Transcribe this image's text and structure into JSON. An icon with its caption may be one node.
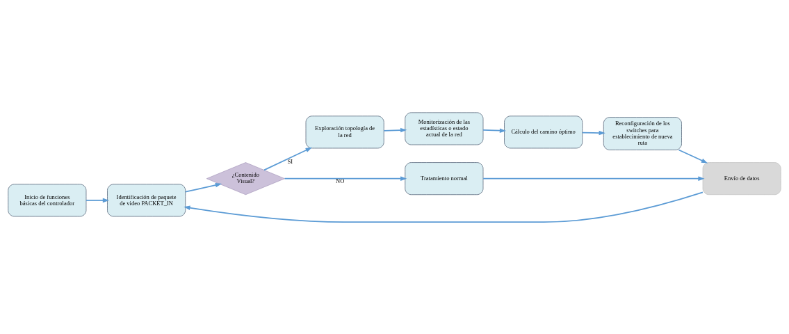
{
  "diagram": {
    "nodes": [
      {
        "text": [
          "Inicio de funciones básicas del controlador"
        ]
      },
      {
        "text": [
          "Identificación de paquete de video PACKET_IN"
        ]
      },
      {
        "text": [
          "¿Contenido Visual?"
        ]
      },
      {
        "text": [
          "Exploración topología de la red"
        ]
      },
      {
        "text": [
          "Monitorización de las estadísticas o estado actual de la red"
        ]
      },
      {
        "text": [
          "Cálculo del camino óptimo"
        ]
      },
      {
        "text": [
          "Reconfiguración de los switches para establecimiento de nueva ruta"
        ]
      },
      {
        "text": [
          "Tratamiento normal"
        ]
      },
      {
        "text": [
          "Envío de datos"
        ]
      }
    ],
    "edges": [
      {
        "from": 0,
        "to": 1,
        "arrow": "to"
      },
      {
        "from": 1,
        "to": 2,
        "arrow": "to"
      },
      {
        "from": 2,
        "to": 3,
        "arrow": "to",
        "label": "SI"
      },
      {
        "from": 3,
        "to": 4,
        "arrow": "to"
      },
      {
        "from": 4,
        "to": 5,
        "arrow": "to"
      },
      {
        "from": 5,
        "to": 6,
        "arrow": "to"
      },
      {
        "from": 6,
        "to": 8,
        "arrow": "to"
      },
      {
        "from": 2,
        "to": 7,
        "arrow": "to",
        "label": "NO"
      },
      {
        "from": 7,
        "to": 8,
        "arrow": "to"
      },
      {
        "from": 8,
        "to": 1,
        "arrow": "to"
      }
    ]
  }
}
